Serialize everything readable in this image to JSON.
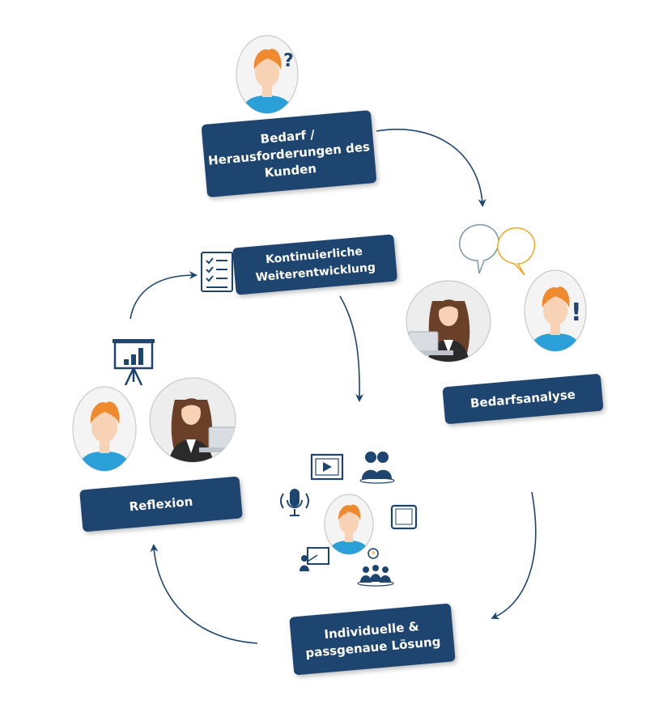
{
  "steps": {
    "need": "Bedarf /\nHerausforderungen des\nKunden",
    "analysis": "Bedarfsanalyse",
    "solution": "Individuelle &\npassgenaue Lösung",
    "reflection": "Reflexion",
    "development": "Kontinuierliche\nWeiterentwicklung"
  },
  "colors": {
    "box": "#1e4470",
    "arrow": "#1e4470",
    "hair_male": "#f08a2e",
    "shirt_male": "#2a9fd8",
    "skin": "#f7d2b4",
    "hair_female": "#6a4028",
    "bubble_gray": "#7f93a8",
    "bubble_orange": "#f5a623",
    "icon": "#1e4470"
  },
  "icons": [
    "question-mark-icon",
    "exclamation-mark-icon",
    "speech-bubble-icon",
    "checklist-icon",
    "presentation-chart-icon",
    "video-player-icon",
    "microphone-icon",
    "tablet-icon",
    "whiteboard-teacher-icon",
    "team-idea-icon",
    "meeting-people-icon"
  ]
}
